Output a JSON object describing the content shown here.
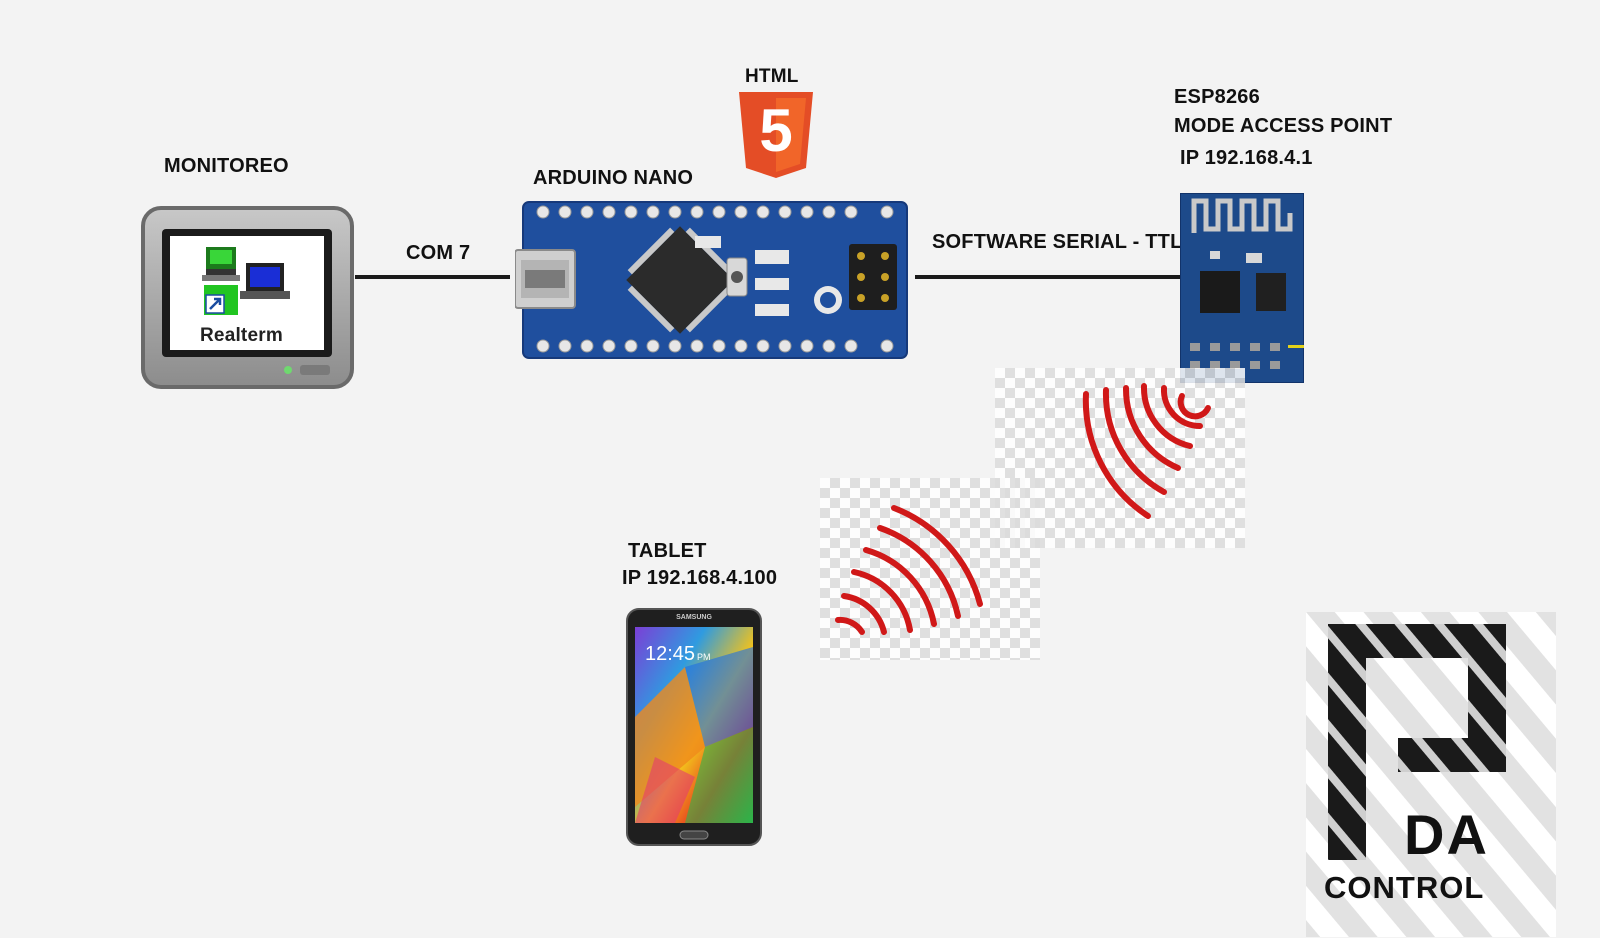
{
  "labels": {
    "monitor": "MONITOREO",
    "realterm": "Realterm",
    "com": "COM 7",
    "arduino": "ARDUINO NANO",
    "html": "HTML",
    "html_version": "5",
    "software_serial": "SOFTWARE SERIAL  - TTL",
    "esp_title": "ESP8266",
    "esp_mode": "MODE ACCESS POINT",
    "esp_ip": "IP 192.168.4.1",
    "tablet_title": "TABLET",
    "tablet_ip": "IP 192.168.4.100",
    "tablet_brand": "SAMSUNG",
    "tablet_time": "12:45",
    "tablet_ampm": "PM",
    "logo_da": "DA",
    "logo_control": "CONTROL"
  },
  "colors": {
    "wire": "#1a1a1a",
    "signal": "#d01818",
    "html5": "#e44d26",
    "arduino_pcb": "#1f4f9e",
    "esp_pcb": "#1d4a8a"
  },
  "icons": {
    "monitor": "monitor-icon",
    "html5": "html5-logo-icon",
    "arduino": "arduino-nano-board-icon",
    "esp": "esp8266-module-icon",
    "tablet": "tablet-icon",
    "logo": "pda-control-logo-icon"
  }
}
